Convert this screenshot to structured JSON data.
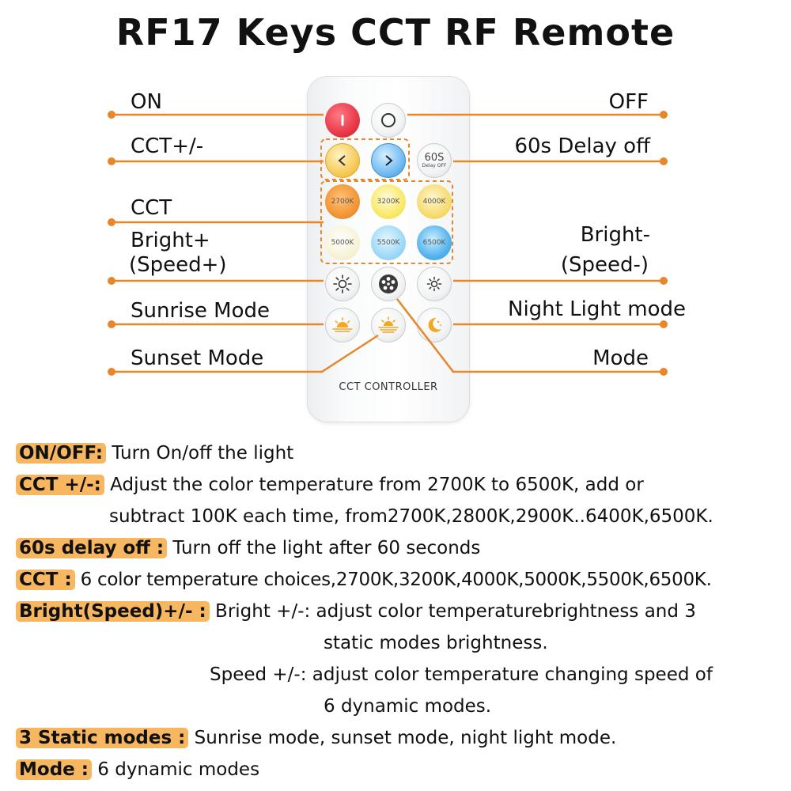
{
  "title": "RF17 Keys CCT RF Remote",
  "labels": {
    "on": "ON",
    "off": "OFF",
    "cct_pm": "CCT+/-",
    "delay": "60s Delay off",
    "cct": "CCT",
    "bright_plus_1": "Bright+",
    "bright_plus_2": "(Speed+)",
    "bright_minus_1": "Bright-",
    "bright_minus_2": "(Speed-)",
    "sunrise": "Sunrise Mode",
    "night": "Night Light mode",
    "sunset": "Sunset Mode",
    "mode": "Mode"
  },
  "remote": {
    "controller_text": "CCT CONTROLLER",
    "delay_button": {
      "big": "60S",
      "small": "Delay OFF"
    },
    "cct_keys": [
      "2700K",
      "3200K",
      "4000K",
      "5000K",
      "5500K",
      "6500K"
    ]
  },
  "descriptions": {
    "onoff": {
      "key": "ON/OFF:",
      "text": " Turn On/off the light"
    },
    "cctpm": {
      "key": "CCT +/-:",
      "text": " Adjust the color temperature from 2700K to 6500K, add or",
      "text2": "subtract 100K each time, from2700K,2800K,2900K..6400K,6500K."
    },
    "delay": {
      "key": "60s delay off :",
      "text": " Turn off the light after 60 seconds"
    },
    "cct": {
      "key": "CCT :",
      "text": " 6 color temperature choices,2700K,3200K,4000K,5000K,5500K,6500K."
    },
    "bright": {
      "key": "Bright(Speed)+/- :",
      "text": " Bright +/-: adjust color temperaturebrightness and 3",
      "text2": "static modes brightness.",
      "text3": "Speed +/-: adjust color temperature changing speed of",
      "text4": "6 dynamic modes."
    },
    "static": {
      "key": "3 Static modes :",
      "text": " Sunrise mode, sunset mode, night light mode."
    },
    "mode": {
      "key": "Mode :",
      "text": " 6 dynamic modes"
    }
  },
  "colors": {
    "accent": "#e8862a",
    "highlight": "#f7b660",
    "on_button": "#e8394a",
    "arrow_button": "#f5c54a",
    "arrow_button_right": "#4aa3e8"
  }
}
